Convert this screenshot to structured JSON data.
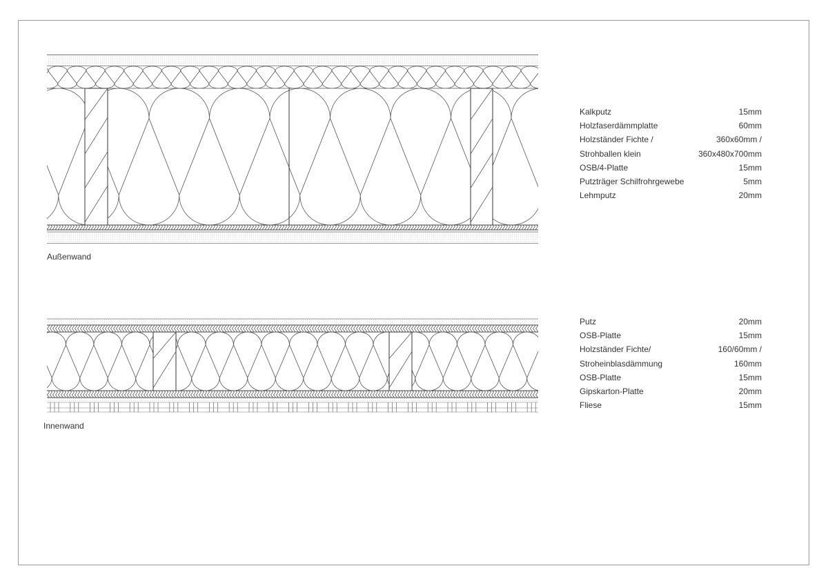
{
  "walls": [
    {
      "caption": "Außenwand",
      "layers": [
        {
          "name": "Kalkputz",
          "value": "15mm"
        },
        {
          "name": "Holzfaserdämmplatte",
          "value": "60mm"
        },
        {
          "name": "Holzständer Fichte /",
          "value": "360x60mm /"
        },
        {
          "name": "Strohballen klein",
          "value": "360x480x700mm"
        },
        {
          "name": "OSB/4-Platte",
          "value": "15mm"
        },
        {
          "name": "Putzträger Schilfrohrgewebe",
          "value": "5mm"
        },
        {
          "name": "Lehmputz",
          "value": "20mm"
        }
      ]
    },
    {
      "caption": "Innenwand",
      "layers": [
        {
          "name": "Putz",
          "value": "20mm"
        },
        {
          "name": "OSB-Platte",
          "value": "15mm"
        },
        {
          "name": "Holzständer Fichte/",
          "value": "160/60mm /"
        },
        {
          "name": "Stroheinblasdämmung",
          "value": "160mm"
        },
        {
          "name": "OSB-Platte",
          "value": "15mm"
        },
        {
          "name": "Gipskarton-Platte",
          "value": "20mm"
        },
        {
          "name": "Fliese",
          "value": "15mm"
        }
      ]
    }
  ],
  "colors": {
    "line": "#555555",
    "frame": "#9a9a9a",
    "dots": "#d8d8d8"
  }
}
